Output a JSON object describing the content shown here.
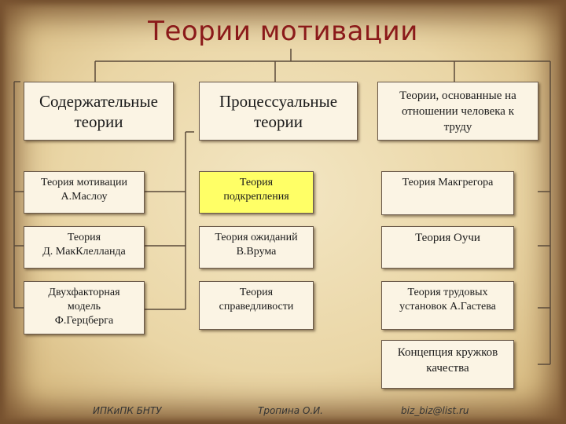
{
  "title": "Теории мотивации",
  "columns": [
    {
      "header": "Содержательные\nтеории",
      "items": [
        "Теория мотивации\nА.Маслоу",
        "Теория\nД. МакКлелланда",
        "Двухфакторная\nмодель\nФ.Герцберга"
      ]
    },
    {
      "header": "Процессуальные\nтеории",
      "items": [
        "Теория\nподкрепления",
        "Теория ожиданий\nВ.Врума",
        "Теория\nсправедливости"
      ]
    },
    {
      "header": "Теории, основанные на\nотношении человека к\nтруду",
      "items": [
        "Теория Макгрегора",
        "Теория Оучи",
        "Теория трудовых\nустановок А.Гастева",
        "Концепция кружков\nкачества"
      ]
    }
  ],
  "highlight_color": "#ffff66",
  "title_color": "#8b1a1a",
  "footer": {
    "left": "ИПКиПК БНТУ",
    "center": "Тропина О.И.",
    "right": "biz_biz@list.ru"
  }
}
